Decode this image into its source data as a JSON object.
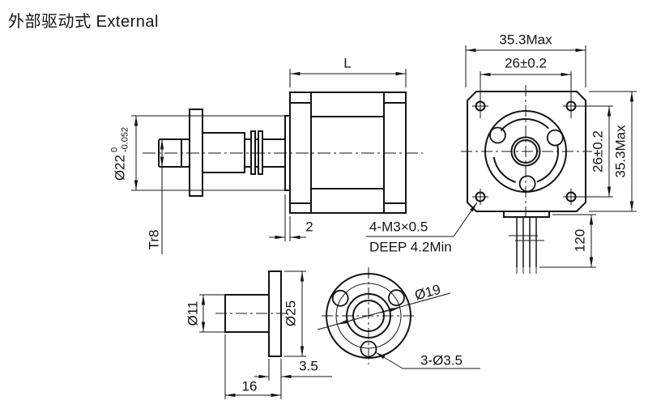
{
  "title": "外部驱动式  External",
  "side_view": {
    "length_label": "L",
    "boss_thickness": "2",
    "boss_diameter": "Ø22",
    "boss_tol_upper": "0",
    "boss_tol_lower": "-0.052",
    "screw_label": "Tr8",
    "mounting_note_line1": "4-M3×0.5",
    "mounting_note_line2": "DEEP 4.2Min"
  },
  "front_view": {
    "width_max": "35.3Max",
    "bolt_spacing_h": "26±0.2",
    "bolt_spacing_v": "26±0.2",
    "height_max": "35.3Max",
    "wire_length": "120"
  },
  "nut_side_view": {
    "body_diameter": "Ø11",
    "flange_diameter": "Ø25",
    "flange_thickness": "3.5",
    "total_length": "16"
  },
  "nut_face_view": {
    "bolt_circle": "Ø19",
    "hole_note": "3-Ø3.5"
  }
}
